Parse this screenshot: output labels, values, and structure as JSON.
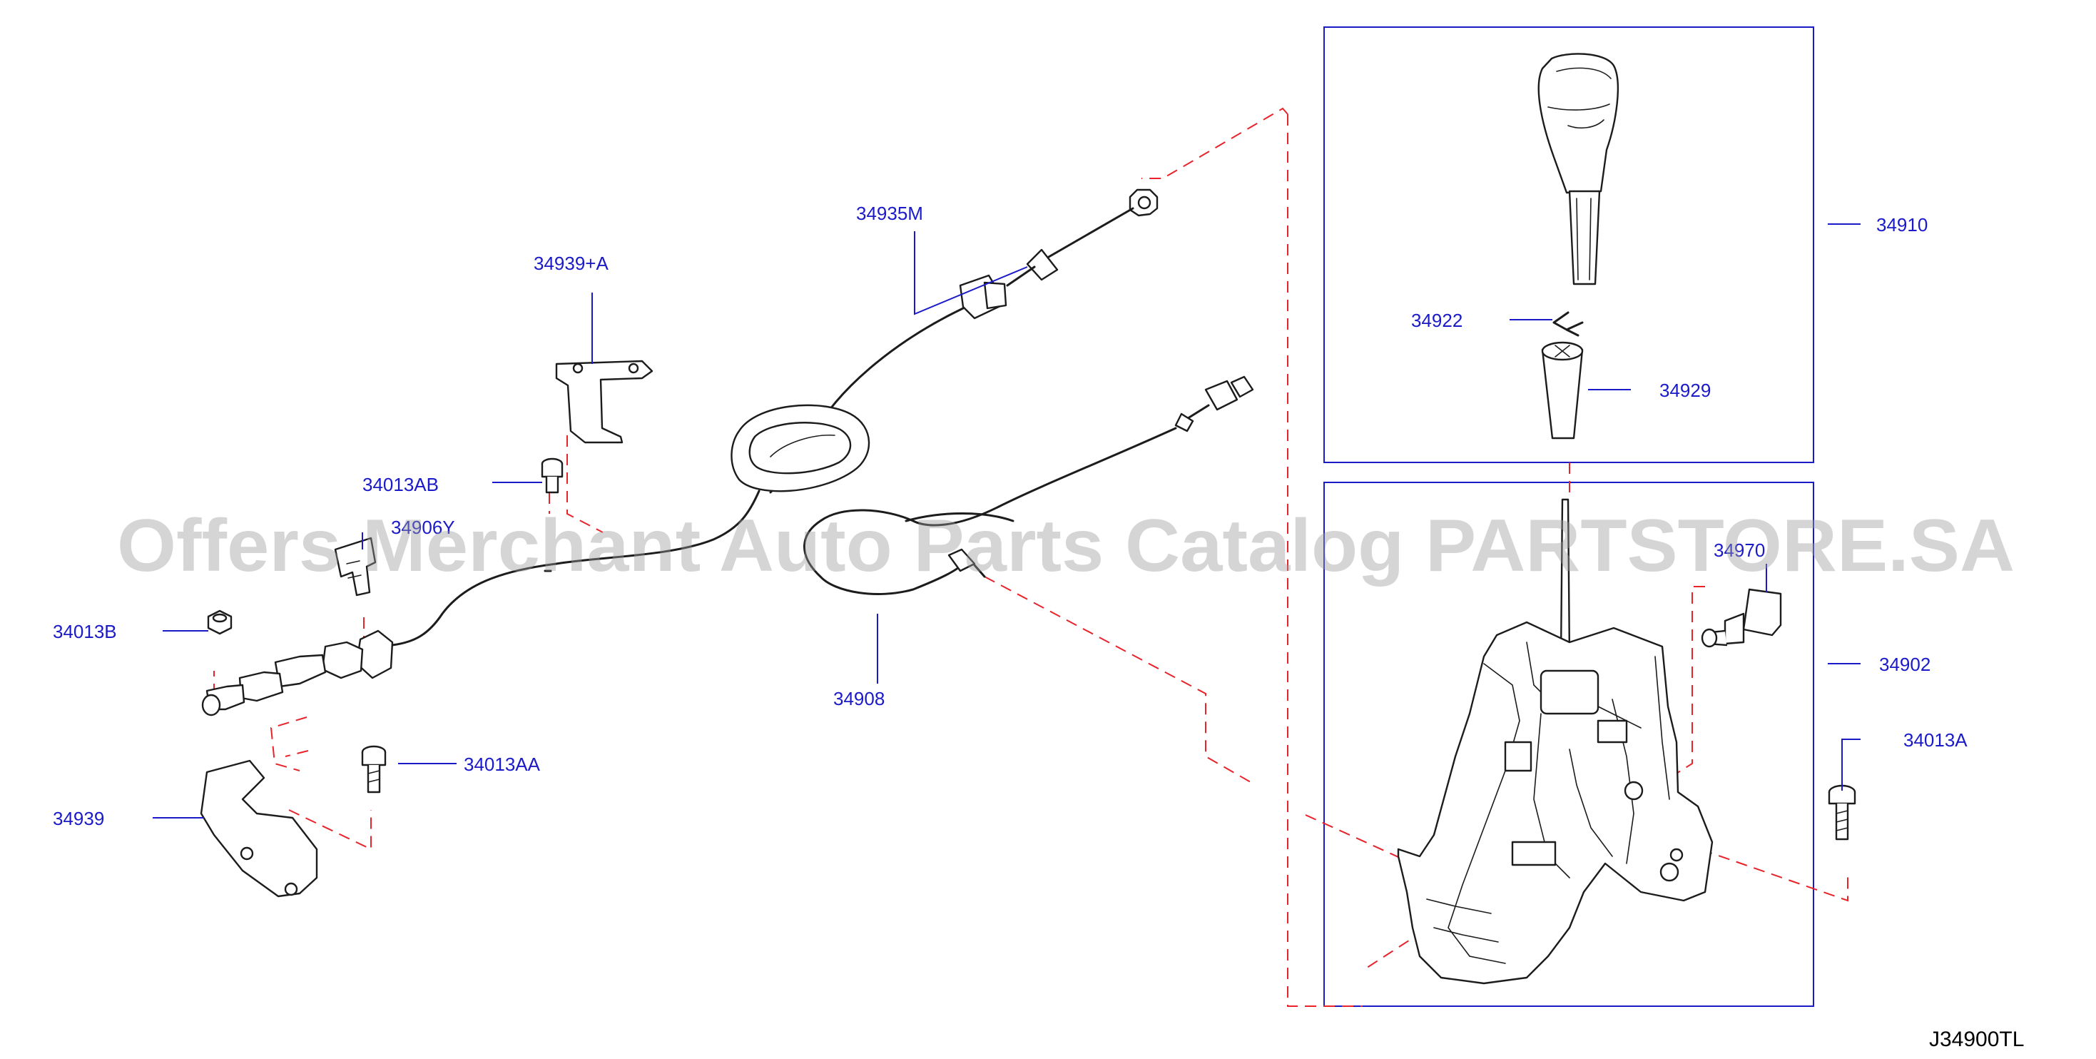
{
  "diagram": {
    "code": "J34900TL",
    "watermark": "Offers Merchant Auto Parts Catalog PARTSTORE.SA",
    "colors": {
      "label": "#1a1ac8",
      "leader": "#1a1ac8",
      "dashed_guide": "#e8232a",
      "line_art": "#1c1c1c",
      "watermark": "#9a9a9a"
    },
    "part_labels": {
      "p34935M": "34935M",
      "p34939A": "34939+A",
      "p34013AB": "34013AB",
      "p34906Y": "34906Y",
      "p34013B": "34013B",
      "p34013AA": "34013AA",
      "p34939": "34939",
      "p34908": "34908",
      "p34910": "34910",
      "p34922": "34922",
      "p34929": "34929",
      "p34970": "34970",
      "p34902": "34902",
      "p34013A": "34013A"
    }
  }
}
